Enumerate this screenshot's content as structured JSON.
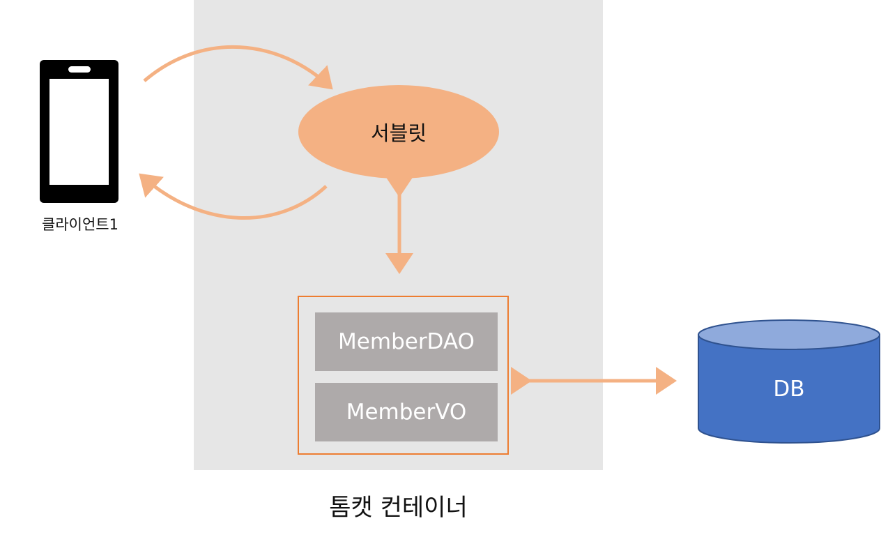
{
  "servlet": {
    "label": "서블릿"
  },
  "beans": [
    {
      "label": "MemberDAO"
    },
    {
      "label": "MemberVO"
    }
  ],
  "database": {
    "label": "DB"
  },
  "client": {
    "label": "클라이언트1"
  },
  "container": {
    "label": "톰캣 컨테이너"
  },
  "colors": {
    "container_bg": "#e6e6e6",
    "servlet_fill": "#f4b183",
    "arrow": "#f4b183",
    "beans_border": "#ed7d31",
    "bean_fill": "#aeaaaa",
    "db_body": "#4472c4",
    "db_top": "#8faadc"
  },
  "icons": [
    "smartphone-icon",
    "database-cylinder-icon"
  ]
}
